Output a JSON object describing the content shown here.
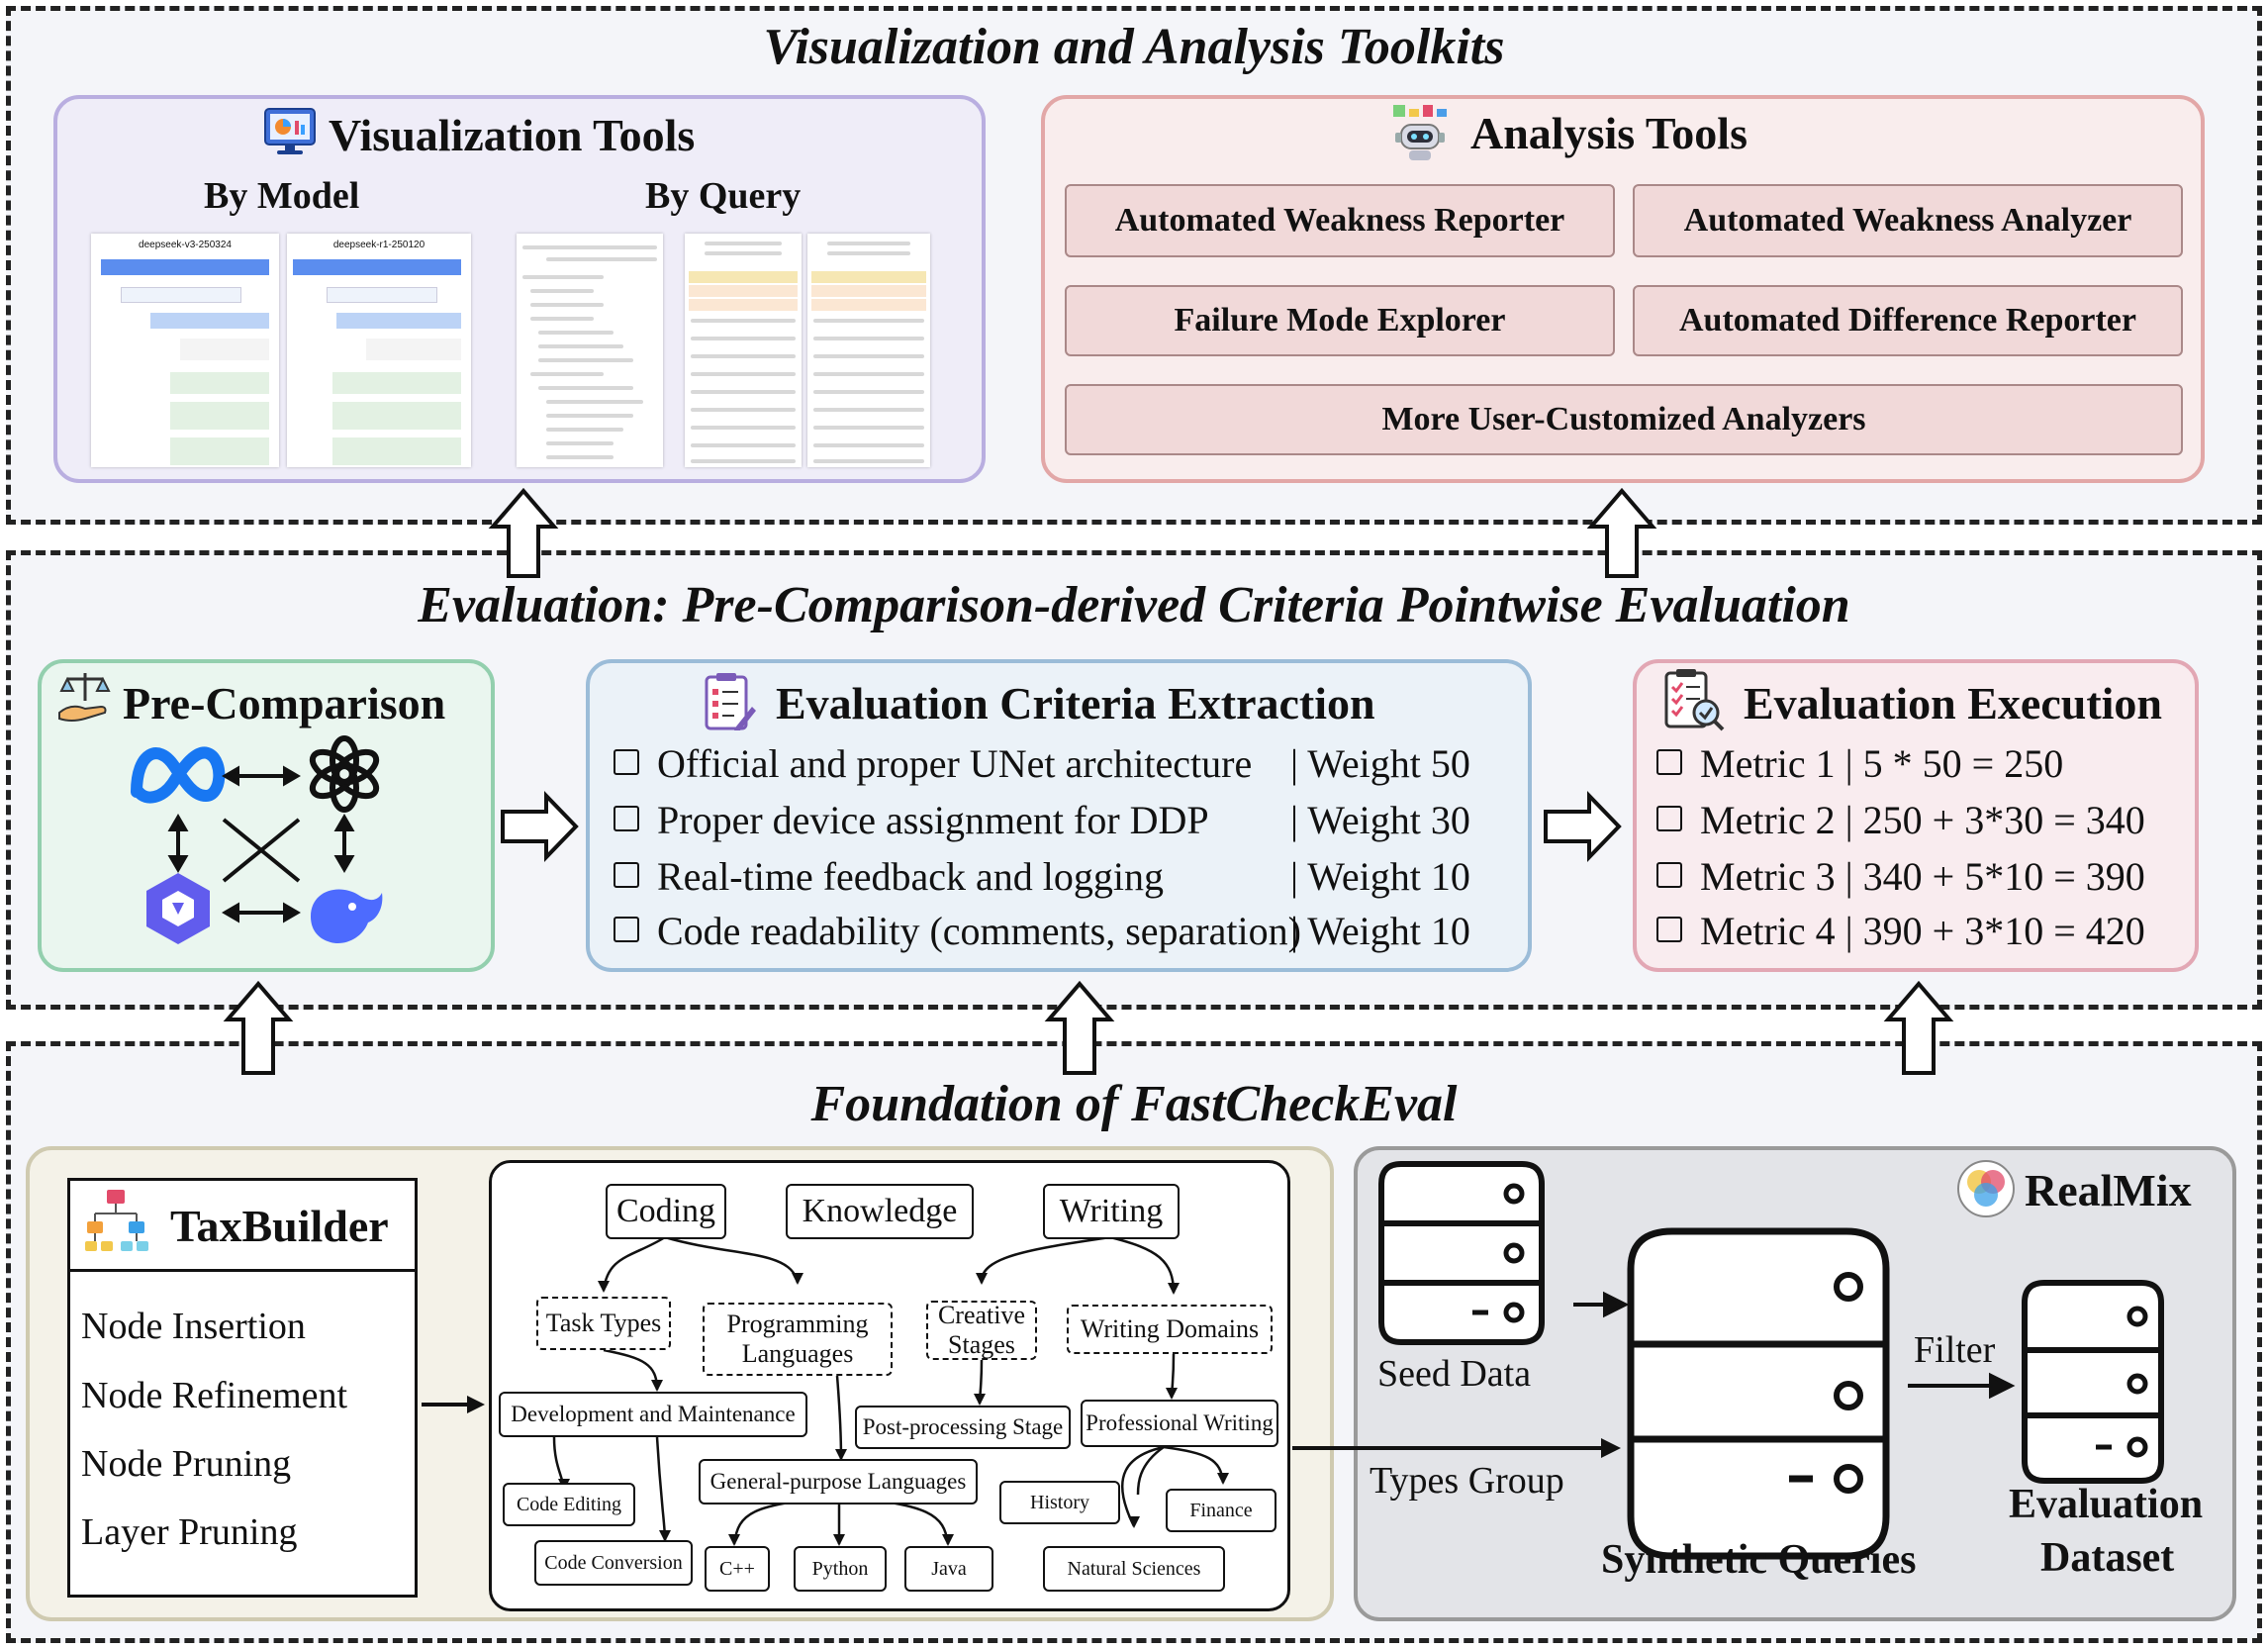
{
  "top": {
    "title": "Visualization and Analysis Toolkits",
    "viz": {
      "title": "Visualization Tools",
      "by_model": "By Model",
      "by_query": "By Query",
      "thumb_model_1": "deepseek-v3-250324",
      "thumb_model_2": "deepseek-r1-250120"
    },
    "analysis": {
      "title": "Analysis Tools",
      "tools": [
        "Automated Weakness Reporter",
        "Automated Weakness Analyzer",
        "Failure Mode Explorer",
        "Automated Difference Reporter",
        "More User-Customized Analyzers"
      ]
    }
  },
  "mid": {
    "title": "Evaluation: Pre-Comparison-derived Criteria Pointwise Evaluation",
    "precomp": {
      "title": "Pre-Comparison"
    },
    "criteria": {
      "title": "Evaluation Criteria Extraction",
      "items": [
        {
          "text": "Official and proper UNet architecture",
          "weight": "| Weight 50"
        },
        {
          "text": "Proper device assignment for DDP",
          "weight": "| Weight 30"
        },
        {
          "text": "Real-time feedback and logging",
          "weight": "| Weight 10"
        },
        {
          "text": "Code readability (comments, separation)",
          "weight": "| Weight 10"
        }
      ]
    },
    "execution": {
      "title": "Evaluation Execution",
      "items": [
        "Metric 1 | 5 * 50 = 250",
        "Metric 2 | 250 + 3*30 = 340",
        "Metric 3 | 340 + 5*10 = 390",
        "Metric 4 | 390 + 3*10 = 420"
      ]
    }
  },
  "bottom": {
    "title": "Foundation of FastCheckEval",
    "taxbuilder": {
      "title": "TaxBuilder",
      "ops": [
        "Node Insertion",
        "Node Refinement",
        "Node Pruning",
        "Layer Pruning"
      ]
    },
    "tree": {
      "coding": "Coding",
      "knowledge": "Knowledge",
      "writing": "Writing",
      "task_types": "Task Types",
      "prog_langs": "Programming Languages",
      "creative_stages": "Creative Stages",
      "writing_domains": "Writing Domains",
      "dev_maint": "Development and Maintenance",
      "post_proc": "Post-processing Stage",
      "prof_writing": "Professional Writing",
      "code_editing": "Code Editing",
      "code_conversion": "Code Conversion",
      "gp_langs": "General-purpose Languages",
      "cpp": "C++",
      "python": "Python",
      "java": "Java",
      "history": "History",
      "finance": "Finance",
      "natural_sciences": "Natural Sciences"
    },
    "realmix": {
      "title": "RealMix",
      "seed": "Seed Data",
      "types_group": "Types Group",
      "filter": "Filter",
      "synthetic": "Synthetic Queries",
      "eval_dataset_1": "Evaluation",
      "eval_dataset_2": "Dataset"
    }
  },
  "colors": {
    "viz_border": "#b9aee0",
    "viz_fill": "#efedf8",
    "analysis_border": "#e2a7a7",
    "analysis_fill": "#f9eded",
    "precomp_border": "#93cfae",
    "precomp_fill": "#eaf6ef",
    "criteria_border": "#9bbcd8",
    "criteria_fill": "#ebf2f8",
    "exec_border": "#e2a7b4",
    "exec_fill": "#f9ecef",
    "tax_border": "#cfcab0",
    "tax_fill": "#f4f2e8",
    "realmix_border": "#9a9a9a",
    "realmix_fill": "#e3e4e8"
  }
}
